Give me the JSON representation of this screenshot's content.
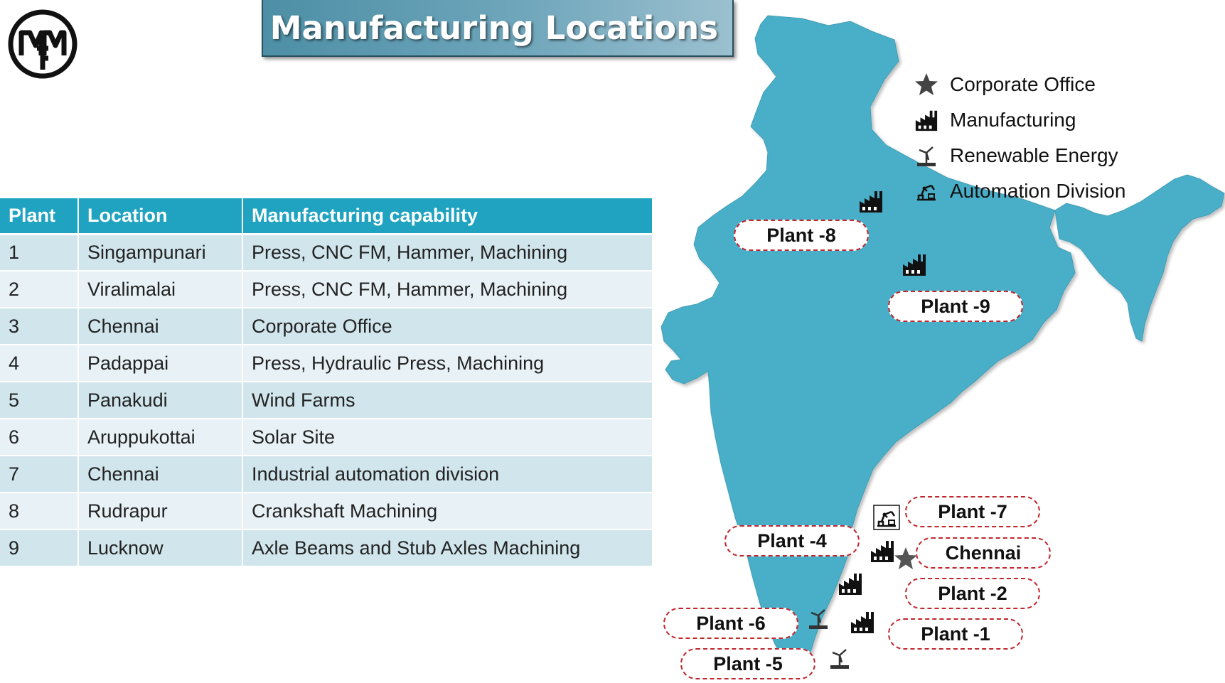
{
  "logo": {
    "text": "MMF"
  },
  "title": "Manufacturing Locations",
  "table": {
    "headers": [
      "Plant",
      "Location",
      "Manufacturing capability"
    ],
    "rows": [
      [
        "1",
        "Singampunari",
        "Press, CNC FM, Hammer, Machining"
      ],
      [
        "2",
        "Viralimalai",
        "Press, CNC FM, Hammer, Machining"
      ],
      [
        "3",
        "Chennai",
        "Corporate Office"
      ],
      [
        "4",
        "Padappai",
        "Press, Hydraulic Press, Machining"
      ],
      [
        "5",
        "Panakudi",
        "Wind Farms"
      ],
      [
        "6",
        "Aruppukottai",
        "Solar Site"
      ],
      [
        "7",
        "Chennai",
        "Industrial automation division"
      ],
      [
        "8",
        "Rudrapur",
        "Crankshaft Machining"
      ],
      [
        "9",
        "Lucknow",
        "Axle Beams and Stub Axles Machining"
      ]
    ]
  },
  "legend": [
    {
      "icon": "star-icon",
      "label": "Corporate Office"
    },
    {
      "icon": "factory-icon",
      "label": "Manufacturing"
    },
    {
      "icon": "wind-turbine-icon",
      "label": "Renewable Energy"
    },
    {
      "icon": "robot-arm-icon",
      "label": "Automation Division"
    }
  ],
  "map_labels": {
    "plant8": "Plant -8",
    "plant9": "Plant -9",
    "plant7": "Plant -7",
    "plant4": "Plant -4",
    "chennai": "Chennai",
    "plant2": "Plant -2",
    "plant6": "Plant -6",
    "plant1": "Plant -1",
    "plant5": "Plant -5"
  },
  "colors": {
    "map_fill": "#4aafc8",
    "table_header": "#1fa3c1",
    "row_odd": "#d1e5ed",
    "row_even": "#e8f2f6",
    "label_border": "#c0272d",
    "title_banner": "#5e9bb1"
  }
}
